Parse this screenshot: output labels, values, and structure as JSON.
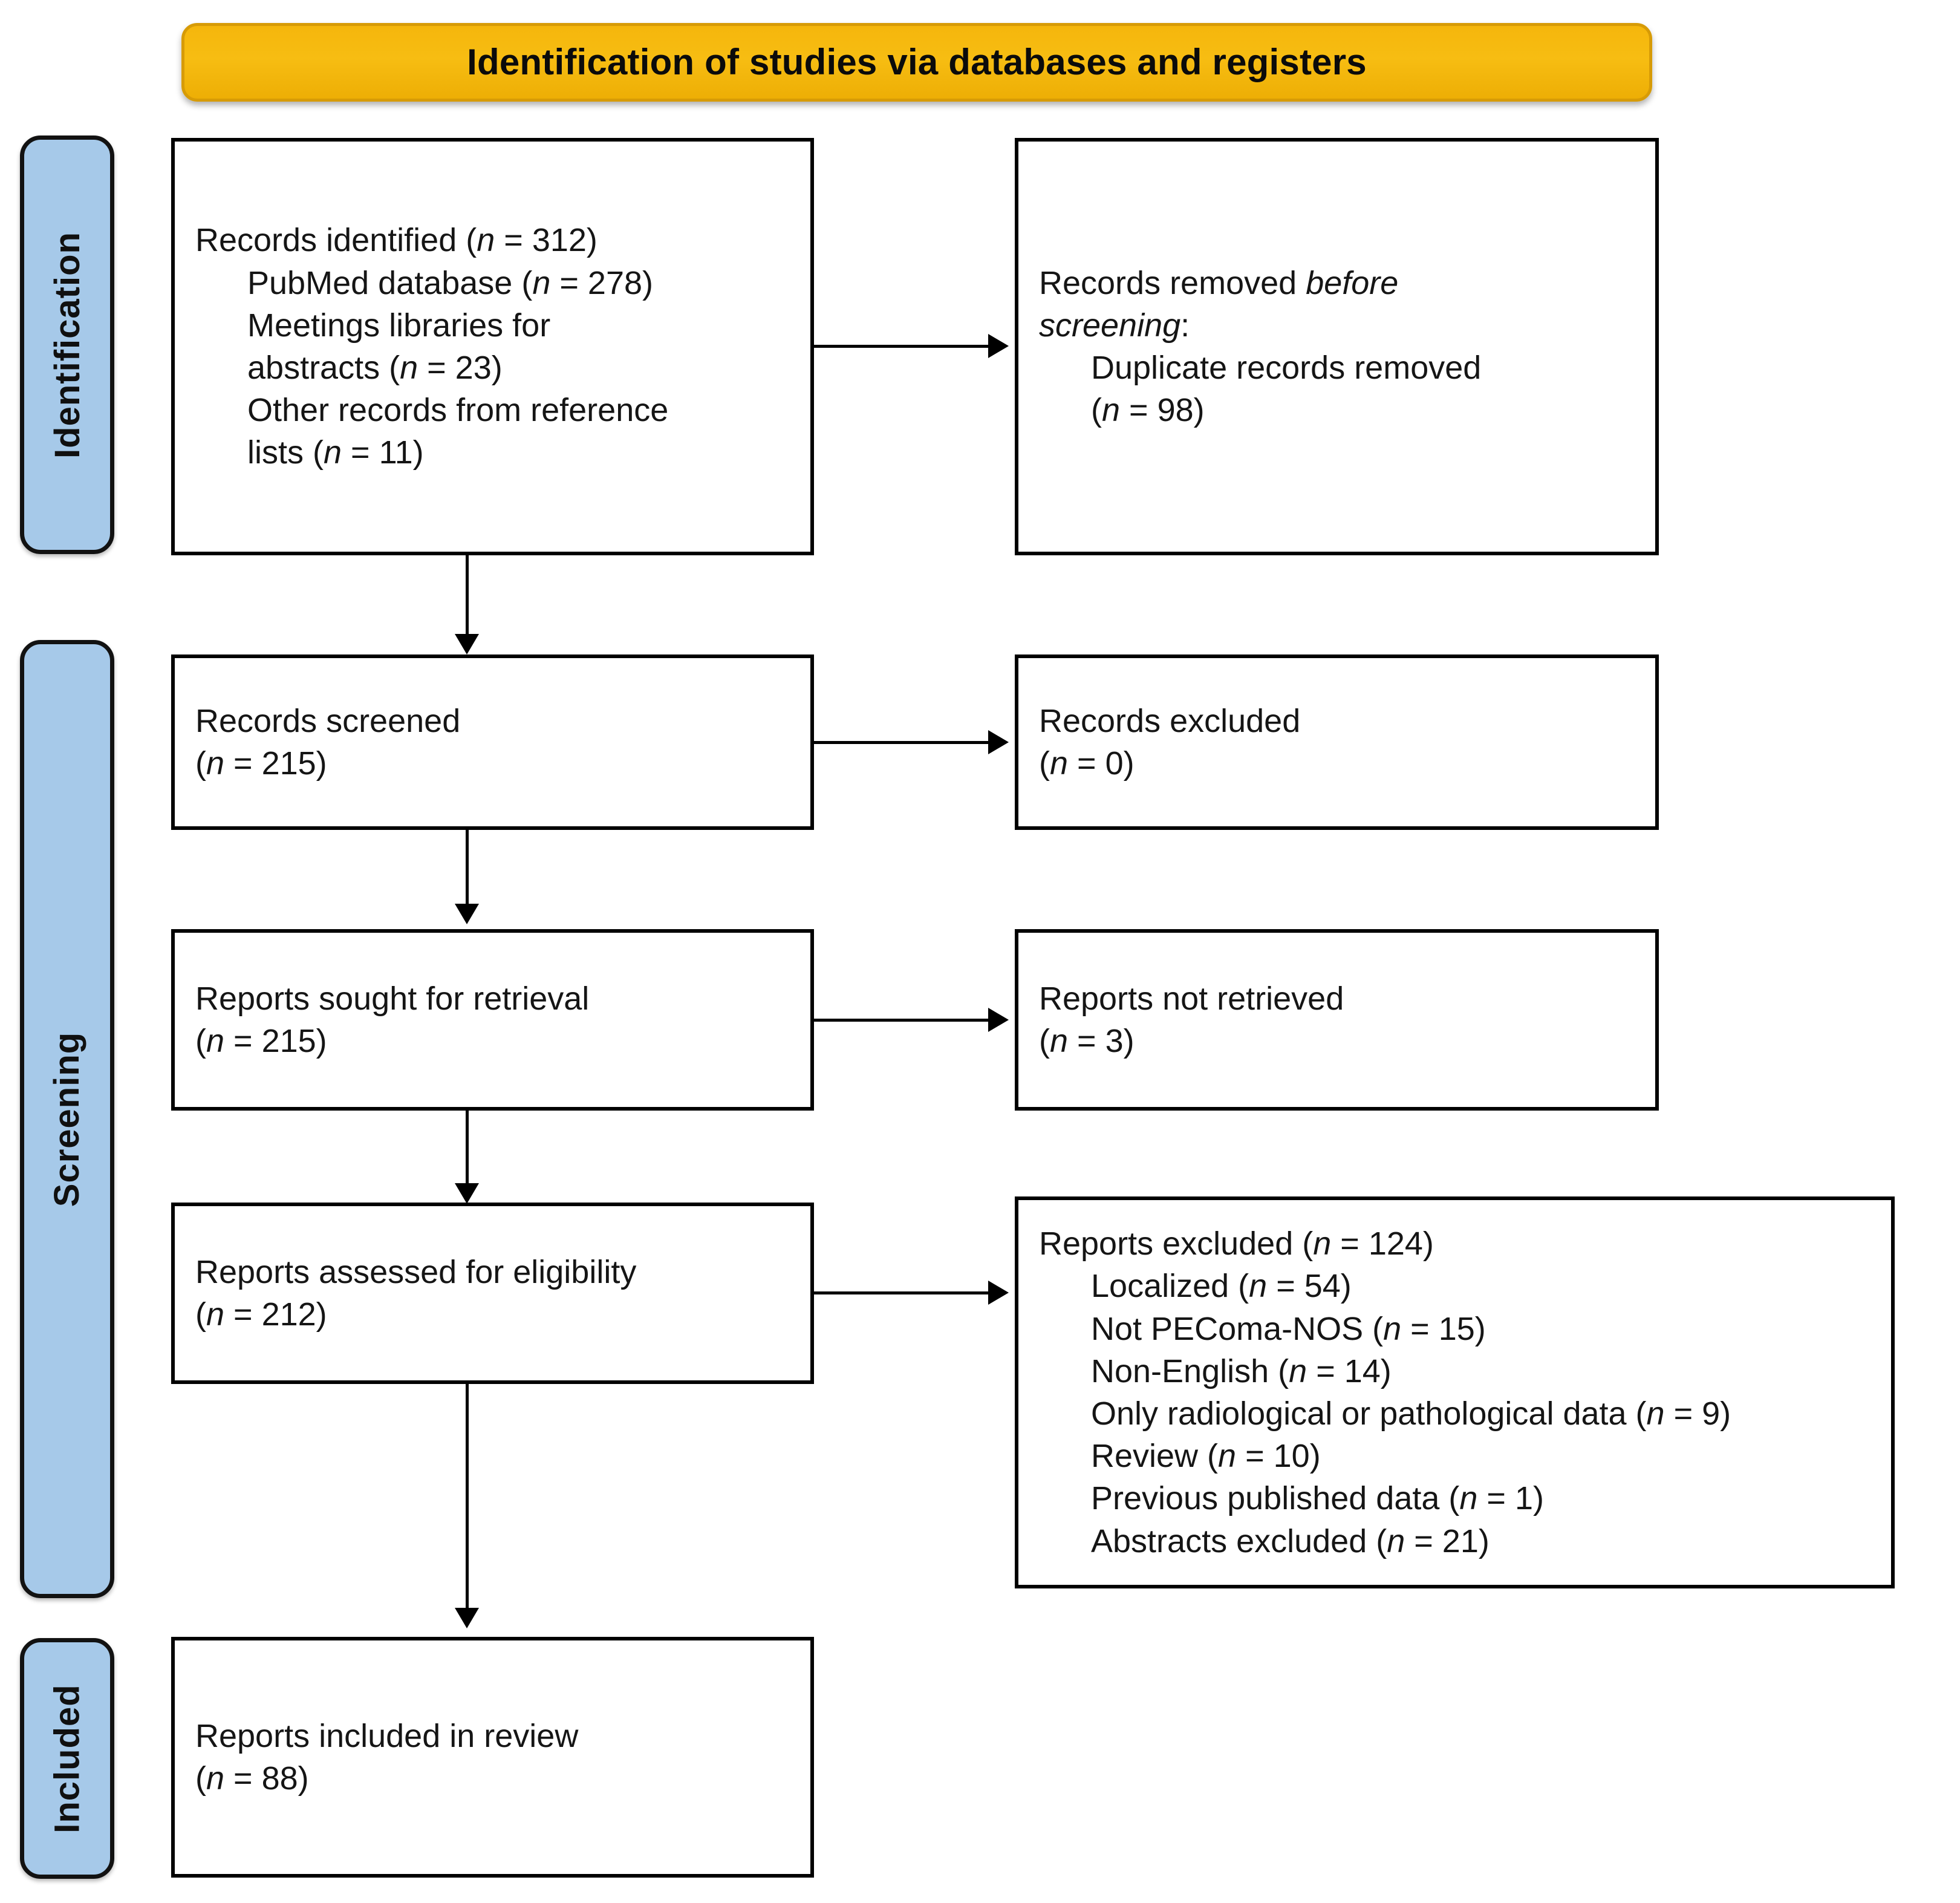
{
  "diagram": {
    "title": "Identification of studies via databases and registers",
    "colors": {
      "banner_fill": "#F5B60C",
      "banner_border": "#D79B06",
      "sidebar_fill": "#A6C9E9",
      "box_border": "#000000",
      "box_fill": "#FFFFFF"
    }
  },
  "sidebars": [
    {
      "label": "Identification"
    },
    {
      "label": "Screening"
    },
    {
      "label": "Included"
    }
  ],
  "boxes": {
    "records_identified": {
      "lines": [
        {
          "text": "Records identified (n = 312)",
          "indent": false
        },
        {
          "text": "PubMed database (n = 278)",
          "indent": true
        },
        {
          "text": "Meetings libraries for",
          "indent": true
        },
        {
          "text": "abstracts (n = 23)",
          "indent": true
        },
        {
          "text": "Other records from reference",
          "indent": true
        },
        {
          "text": "lists (n = 11)",
          "indent": true
        }
      ]
    },
    "records_removed": {
      "lines": [
        {
          "text": "Records removed before",
          "indent": false
        },
        {
          "text": "screening:",
          "indent": false
        },
        {
          "text": "Duplicate records removed",
          "indent": true
        },
        {
          "text": "(n = 98)",
          "indent": true
        }
      ]
    },
    "records_screened": {
      "lines": [
        {
          "text": "Records screened",
          "indent": false
        },
        {
          "text": "(n = 215)",
          "indent": false
        }
      ]
    },
    "records_excluded": {
      "lines": [
        {
          "text": "Records excluded",
          "indent": false
        },
        {
          "text": "(n = 0)",
          "indent": false
        }
      ]
    },
    "reports_sought": {
      "lines": [
        {
          "text": "Reports sought for retrieval",
          "indent": false
        },
        {
          "text": "(n = 215)",
          "indent": false
        }
      ]
    },
    "reports_not_retrieved": {
      "lines": [
        {
          "text": "Reports not retrieved",
          "indent": false
        },
        {
          "text": "(n = 3)",
          "indent": false
        }
      ]
    },
    "reports_assessed": {
      "lines": [
        {
          "text": "Reports assessed for eligibility",
          "indent": false
        },
        {
          "text": "(n = 212)",
          "indent": false
        }
      ]
    },
    "reports_excluded": {
      "lines": [
        {
          "text": "Reports excluded (n = 124)",
          "indent": false
        },
        {
          "text": "Localized (n = 54)",
          "indent": true
        },
        {
          "text": "Not PEComa-NOS (n = 15)",
          "indent": true
        },
        {
          "text": "Non-English (n = 14)",
          "indent": true
        },
        {
          "text": "Only radiological or pathological data (n = 9)",
          "indent": true
        },
        {
          "text": "Review (n = 10)",
          "indent": true
        },
        {
          "text": "Previous published data (n = 1)",
          "indent": true
        },
        {
          "text": "Abstracts excluded (n = 21)",
          "indent": true
        }
      ]
    },
    "reports_included": {
      "lines": [
        {
          "text": "Reports included in review",
          "indent": false
        },
        {
          "text": "(n = 88)",
          "indent": false
        }
      ]
    }
  },
  "flow_data": {
    "type": "prisma-flow",
    "stages": [
      {
        "stage": "Identification",
        "identified": 312,
        "pubmed": 278,
        "meeting_abstracts": 23,
        "reference_lists": 11,
        "removed_before_screening_duplicates": 98
      },
      {
        "stage": "Screening",
        "screened": 215,
        "records_excluded": 0,
        "sought_for_retrieval": 215,
        "not_retrieved": 3,
        "assessed_for_eligibility": 212,
        "reports_excluded_total": 124
      },
      {
        "stage": "Included",
        "included_in_review": 88
      }
    ],
    "exclusion_reasons": [
      {
        "reason": "Localized",
        "n": 54
      },
      {
        "reason": "Not PEComa-NOS",
        "n": 15
      },
      {
        "reason": "Non-English",
        "n": 14
      },
      {
        "reason": "Only radiological or pathological data",
        "n": 9
      },
      {
        "reason": "Review",
        "n": 10
      },
      {
        "reason": "Previous published data",
        "n": 1
      },
      {
        "reason": "Abstracts excluded",
        "n": 21
      }
    ]
  }
}
